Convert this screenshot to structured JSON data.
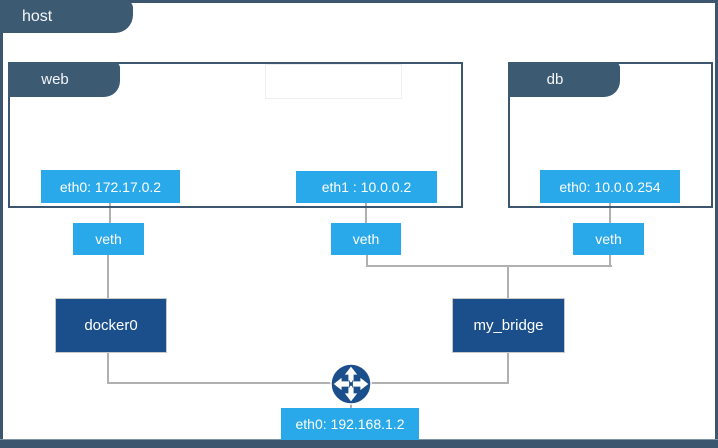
{
  "host": {
    "label": "host"
  },
  "containers": [
    {
      "id": "web",
      "label": "web",
      "interfaces": [
        {
          "label": "eth0: 172.17.0.2"
        },
        {
          "label": "eth1 : 10.0.0.2"
        }
      ]
    },
    {
      "id": "db",
      "label": "db",
      "interfaces": [
        {
          "label": "eth0: 10.0.0.254"
        }
      ]
    }
  ],
  "veths": [
    {
      "label": "veth"
    },
    {
      "label": "veth"
    },
    {
      "label": "veth"
    }
  ],
  "bridges": [
    {
      "label": "docker0"
    },
    {
      "label": "my_bridge"
    }
  ],
  "host_interface": {
    "label": "eth0: 192.168.1.2"
  },
  "icons": {
    "router": "router-cross-arrows-icon"
  },
  "colors": {
    "frame": "#3b566e",
    "tab": "#3d5a73",
    "interface_blue": "#29a9ea",
    "bridge_navy": "#1b4f8c",
    "line_gray": "#b0b0b0"
  }
}
